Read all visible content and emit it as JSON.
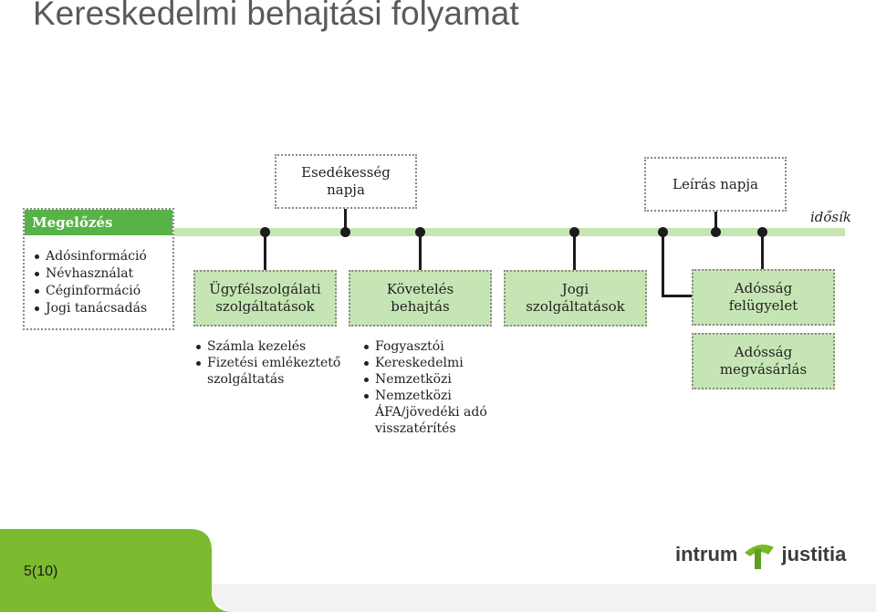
{
  "slide": {
    "title": "Kereskedelmi behajtási folyamat",
    "page_number": "5(10)"
  },
  "diagram": {
    "timeline_label": "idősík",
    "prevention": {
      "header": "Megelőzés",
      "items": [
        "Adósinformáció",
        "Névhasználat",
        "Céginformáció",
        "Jogi tanácsadás"
      ]
    },
    "top_boxes": {
      "due_date": "Esedékesség napja",
      "write_off": "Leírás napja"
    },
    "stages": [
      {
        "label": "Ügyfélszolgálati szolgáltatások"
      },
      {
        "label": "Követelés behajtás"
      },
      {
        "label": "Jogi szolgáltatások"
      },
      {
        "label": "Adósság felügyelet"
      },
      {
        "label": "Adósság megvásárlás"
      }
    ],
    "customer_service_items": [
      "Számla kezelés",
      "Fizetési emlékeztető szolgáltatás"
    ],
    "collection_items": [
      "Fogyasztói",
      "Kereskedelmi",
      "Nemzetközi",
      "Nemzetközi ÁFA/jövedéki adó visszatérítés"
    ]
  },
  "brand": {
    "left": "intrum",
    "right": "justitia",
    "accent": "#77b82a",
    "text": "#3c3c3c"
  },
  "colors": {
    "timeline": "#c5e5b2",
    "stage_fill": "#c6e5b4",
    "header_fill": "#58b346",
    "footer_green": "#7cbb30"
  }
}
